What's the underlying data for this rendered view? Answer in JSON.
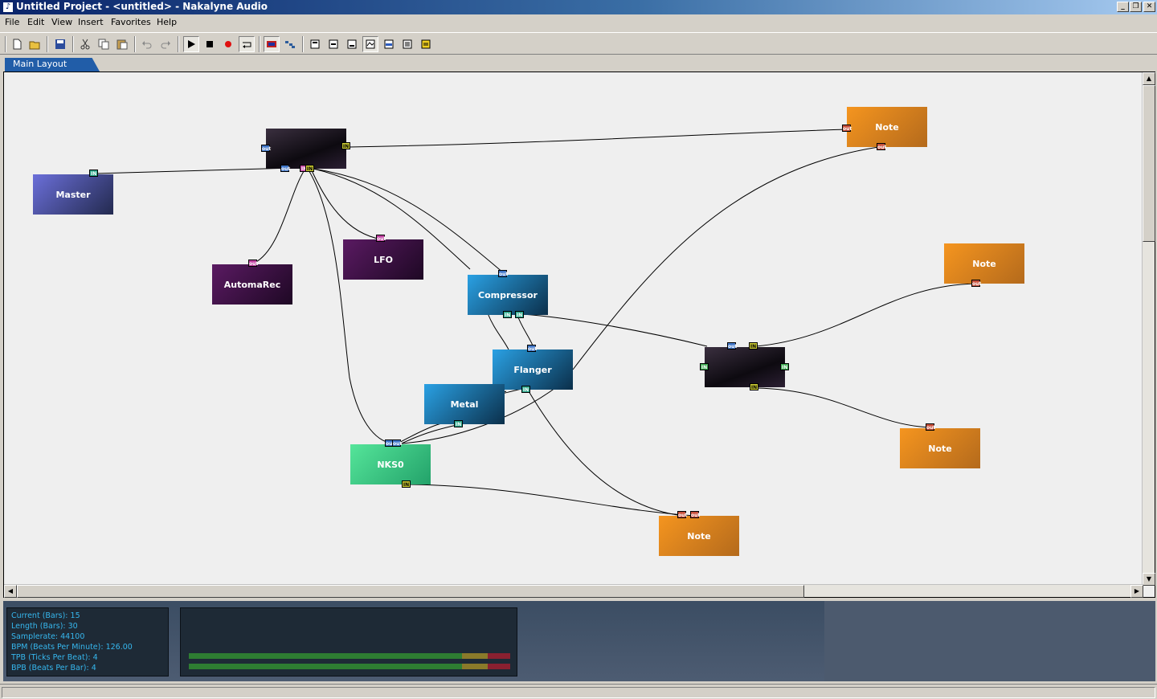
{
  "window": {
    "title": "Untitled Project - <untitled> - Nakalyne Audio"
  },
  "menu": {
    "items": [
      "File",
      "Edit",
      "View",
      "Insert",
      "Favorites",
      "Help"
    ]
  },
  "toolbar": {
    "buttons": [
      "new-icon",
      "open-icon",
      "save-icon",
      "cut-icon",
      "copy-icon",
      "paste-icon",
      "undo-icon",
      "redo-icon",
      "play-icon",
      "stop-icon",
      "record-icon",
      "loop-icon",
      "mixer-icon",
      "piano-icon",
      "layout1-icon",
      "layout2-icon",
      "layout3-icon",
      "layout4-icon",
      "layout5-icon",
      "layout6-icon",
      "layout7-icon"
    ]
  },
  "tabs": {
    "main_label": "Main Layout"
  },
  "nodes": {
    "master": "Master",
    "dark1": "",
    "automarec": "AutomaRec",
    "lfo": "LFO",
    "compressor": "Compressor",
    "flanger": "Flanger",
    "metal": "Metal",
    "nks0": "NKS0",
    "dark2": "",
    "note1": "Note",
    "note2": "Note",
    "note3": "Note",
    "note4": "Note"
  },
  "ports": {
    "out": "out",
    "in": "IN"
  },
  "info": {
    "current": "Current (Bars): 15",
    "length": "Length (Bars): 30",
    "samplerate": "Samplerate: 44100",
    "bpm": "BPM (Beats Per Minute): 126.00",
    "tpb": "TPB (Ticks Per Beat): 4",
    "bpb": "BPB (Beats Per Bar): 4"
  },
  "colors": {
    "canvas_bg": "#efefef",
    "info_text": "#36b7ee",
    "tab_bg": "#215da8"
  }
}
